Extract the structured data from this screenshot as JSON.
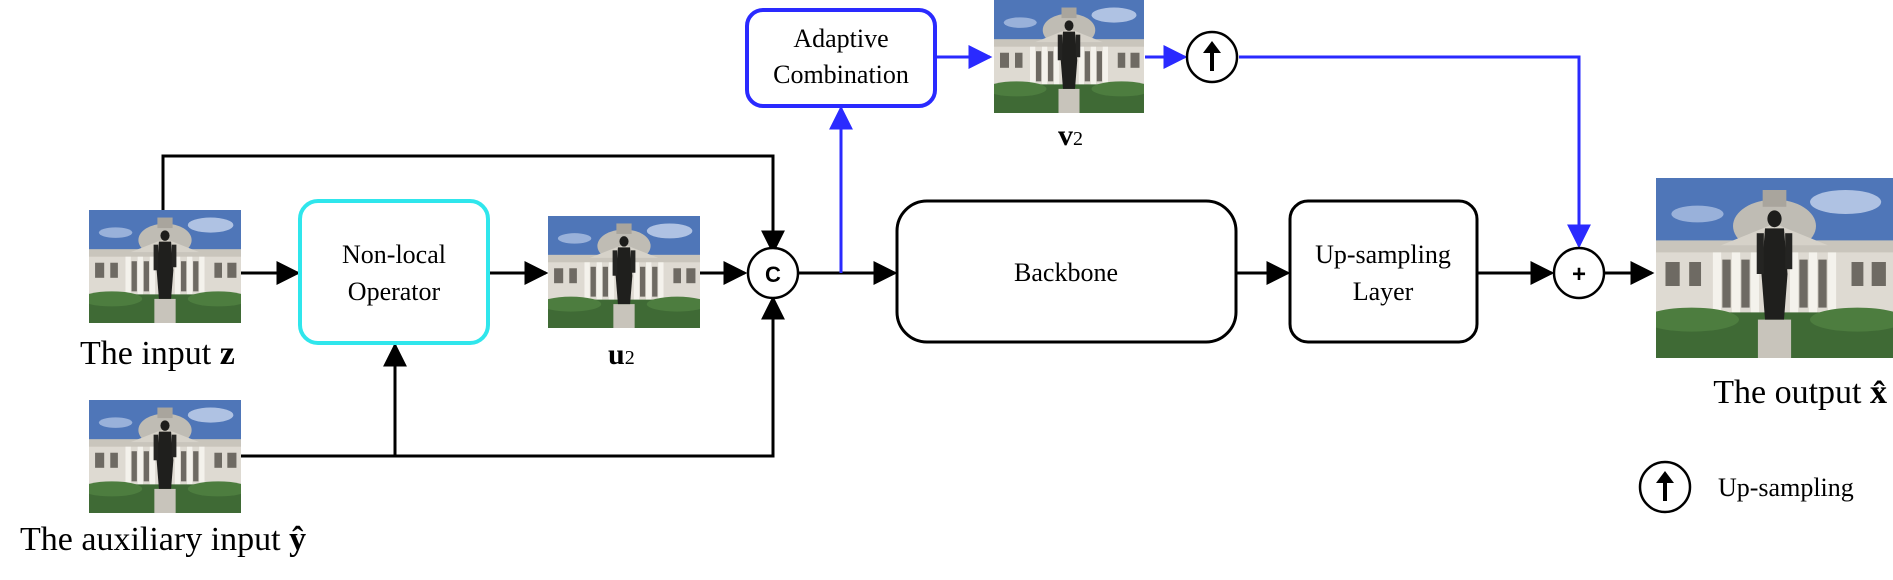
{
  "colors": {
    "line": "#000000",
    "blue_path": "#2a2aff",
    "nonlocal_border": "#2fe6ec",
    "adaptive_border": "#2a2aff",
    "box_border": "#000000",
    "background": "#ffffff"
  },
  "boxes": {
    "nonlocal": {
      "line1": "Non-local",
      "line2": "Operator"
    },
    "adaptive": {
      "line1": "Adaptive",
      "line2": "Combination"
    },
    "backbone": {
      "label": "Backbone"
    },
    "upsampling": {
      "line1": "Up-sampling",
      "line2": "Layer"
    }
  },
  "operators": {
    "concat_symbol": "C",
    "add_symbol": "+",
    "upsample_icon": "arrow-up-icon"
  },
  "captions": {
    "input_z": {
      "text": "The input ",
      "var": "z"
    },
    "aux_y": {
      "text": "The auxiliary input ",
      "var": "ŷ"
    },
    "u2": {
      "var": "u",
      "sub": "2"
    },
    "v2": {
      "var": "v",
      "sub": "2"
    },
    "output_x": {
      "text": "The output ",
      "var": "x̂"
    }
  },
  "legend": {
    "icon": "arrow-up-icon",
    "label": "Up-sampling"
  },
  "images": {
    "input_z": "building-statue-photo",
    "aux_y": "building-statue-photo",
    "u2": "building-statue-photo",
    "v2": "building-statue-photo",
    "output_x": "building-statue-photo"
  }
}
